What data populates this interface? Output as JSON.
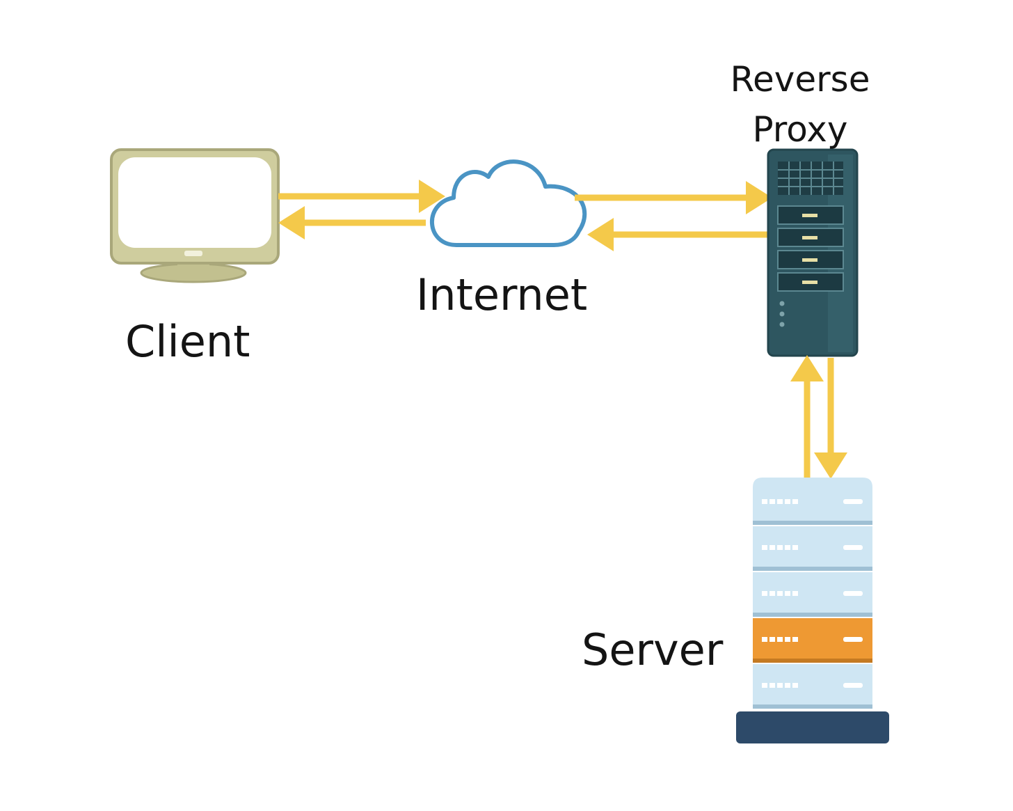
{
  "nodes": {
    "client": {
      "label": "Client",
      "icon": "monitor-icon"
    },
    "internet": {
      "label": "Internet",
      "icon": "cloud-icon"
    },
    "reverse_proxy": {
      "label_line1": "Reverse",
      "label_line2": "Proxy",
      "icon": "server-rack-icon"
    },
    "server": {
      "label": "Server",
      "icon": "server-stack-icon"
    }
  },
  "connections": [
    {
      "from": "client",
      "to": "internet"
    },
    {
      "from": "internet",
      "to": "client"
    },
    {
      "from": "internet",
      "to": "reverse_proxy"
    },
    {
      "from": "reverse_proxy",
      "to": "internet"
    },
    {
      "from": "server",
      "to": "reverse_proxy"
    },
    {
      "from": "reverse_proxy",
      "to": "server"
    }
  ],
  "colors": {
    "arrow": "#f4c94a",
    "monitor_body": "#cfcd9e",
    "monitor_outline": "#a9a77a",
    "cloud_outline": "#4a94c4",
    "proxy_rack": "#2e5660",
    "server_unit": "#cfe6f3",
    "server_highlight": "#ee9933",
    "server_base": "#2d4a69"
  }
}
